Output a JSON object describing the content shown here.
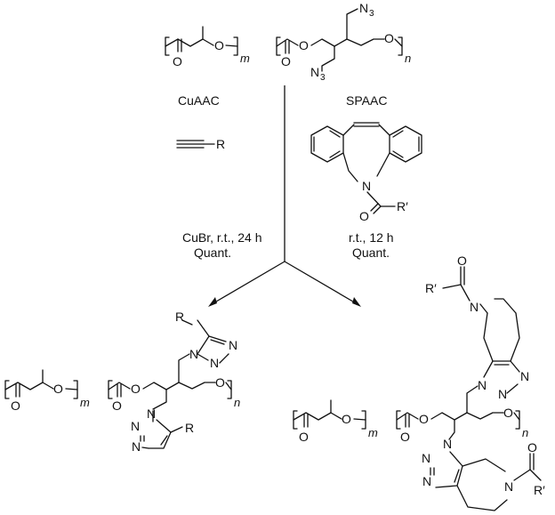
{
  "atoms": {
    "oxygen": "O",
    "nitrogen": "N",
    "r_group": "R",
    "r_prime_group": "R′",
    "n3_n": "N",
    "n3_sub": "3"
  },
  "indices": {
    "m": "m",
    "n": "n"
  },
  "left_conditions": {
    "name": "CuAAC",
    "line1": "CuBr, r.t., 24 h",
    "line2": "Quant."
  },
  "right_conditions": {
    "name": "SPAAC",
    "line1": "r.t., 12 h",
    "line2": "Quant."
  },
  "colors": {
    "ink": "#111111",
    "background": "#ffffff"
  }
}
